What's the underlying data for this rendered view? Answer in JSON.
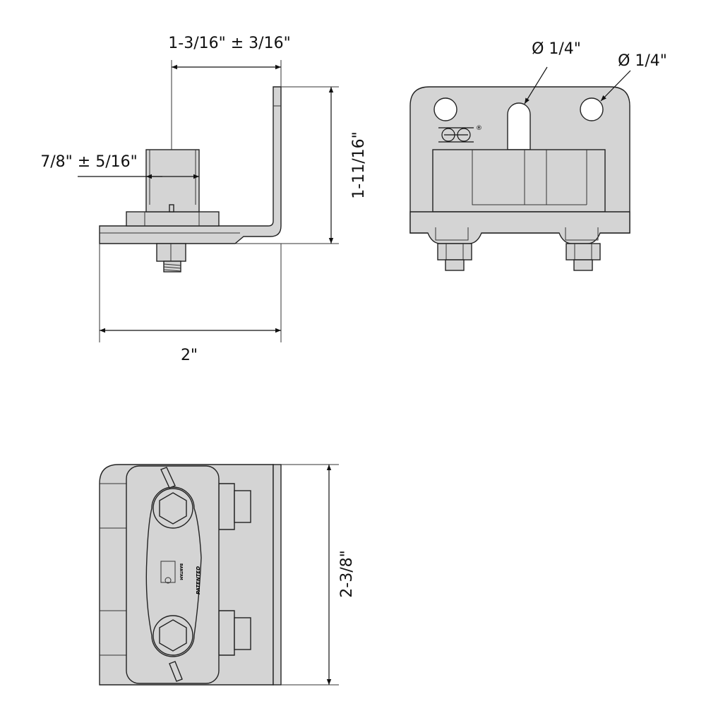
{
  "dimensions": {
    "side_top_width": "1-3/16\" ± 3/16\"",
    "side_block_width": "7/8\" ± 5/16\"",
    "side_height": "1-11/16\"",
    "side_base_width": "2\"",
    "front_slot_diameter": "Ø 1/4\"",
    "front_hole_diameter": "Ø 1/4\"",
    "bottom_length": "2-3/8\""
  },
  "markings": {
    "registered": "®",
    "patented": "PATENTED",
    "logo_text": "BANTAM"
  },
  "colors": {
    "part_fill": "#d4d4d4",
    "line": "#222222"
  }
}
